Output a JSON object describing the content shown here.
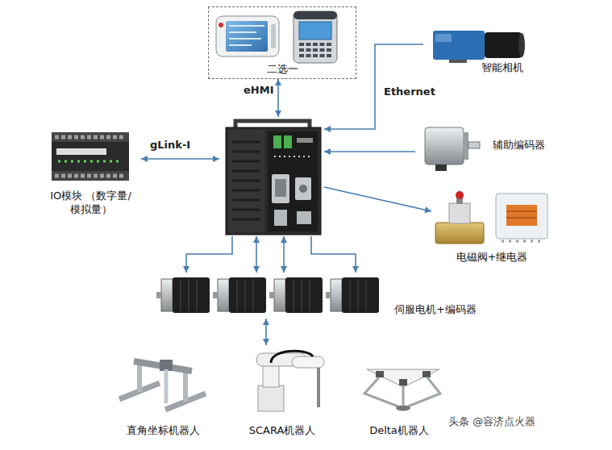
{
  "diagram": {
    "nodes": [
      {
        "text": [
          "二选一"
        ]
      },
      {
        "text": [
          "智能相机"
        ]
      },
      {
        "text": [
          "IO模块 （数字量/模拟量）"
        ]
      },
      {
        "text": []
      },
      {
        "text": [
          "辅助编码器"
        ]
      },
      {
        "text": [
          "电磁阀+继电器"
        ]
      },
      {
        "text": [
          "伺服电机+编码器"
        ]
      },
      {
        "text": [],
        "in": 6
      },
      {
        "text": [],
        "in": 6
      },
      {
        "text": [],
        "in": 6
      },
      {
        "text": [],
        "in": 6
      },
      {
        "text": [
          "直角坐标机器人"
        ]
      },
      {
        "text": [
          "SCARA机器人"
        ]
      },
      {
        "text": [
          "Delta机器人"
        ]
      }
    ],
    "edges": [
      {
        "from": 0,
        "to": 3,
        "arrow": "both",
        "label": "eHMI"
      },
      {
        "from": 2,
        "to": 3,
        "arrow": "both",
        "label": "gLink-I"
      },
      {
        "from": 1,
        "to": 3,
        "arrow": "to",
        "label": "Ethernet"
      },
      {
        "from": 4,
        "to": 3,
        "arrow": "to"
      },
      {
        "from": 3,
        "to": 5,
        "arrow": "to"
      },
      {
        "from": 3,
        "to": 7,
        "arrow": "to"
      },
      {
        "from": 3,
        "to": 8,
        "arrow": "both"
      },
      {
        "from": 3,
        "to": 9,
        "arrow": "both"
      },
      {
        "from": 3,
        "to": 10,
        "arrow": "to"
      },
      {
        "from": 6,
        "to": 12,
        "arrow": "both"
      }
    ],
    "labels": [
      "头条 @容济点火器"
    ]
  }
}
